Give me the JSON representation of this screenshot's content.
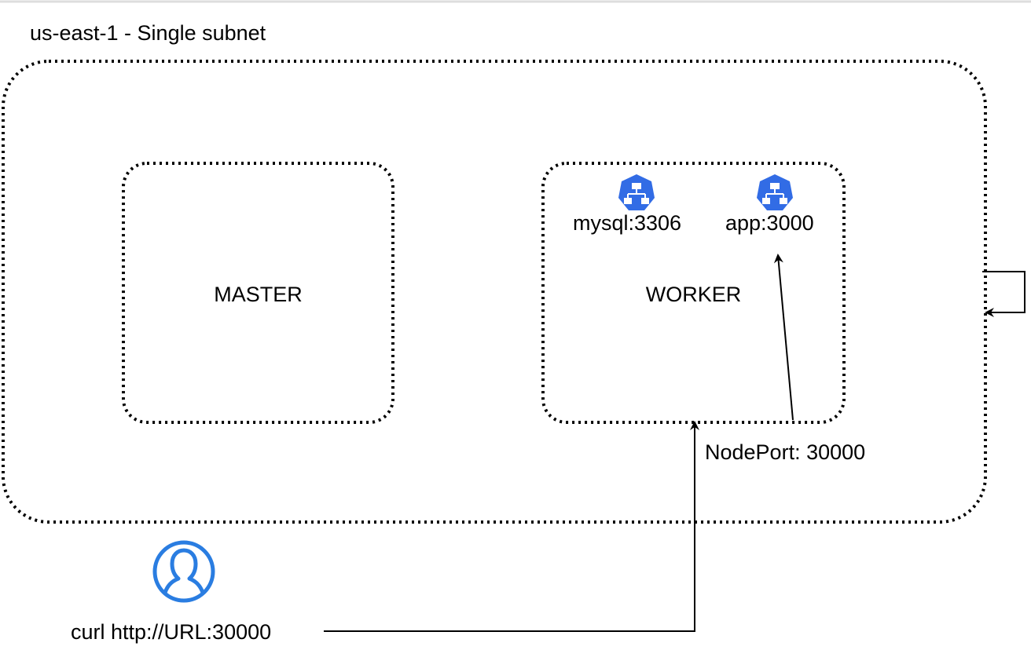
{
  "region": {
    "title": "us-east-1 - Single subnet"
  },
  "master": {
    "label": "MASTER"
  },
  "worker": {
    "label": "WORKER",
    "services": [
      {
        "name": "mysql:3306",
        "icon": "kubernetes-service-icon"
      },
      {
        "name": "app:3000",
        "icon": "kubernetes-service-icon"
      }
    ]
  },
  "nodeport": {
    "label": "NodePort: 30000"
  },
  "client": {
    "command": "curl http://URL:30000",
    "icon": "user-icon"
  },
  "colors": {
    "icon_blue": "#326CE5",
    "user_blue": "#2A7DE1",
    "line": "#000000",
    "border_top": "#dddddd"
  }
}
